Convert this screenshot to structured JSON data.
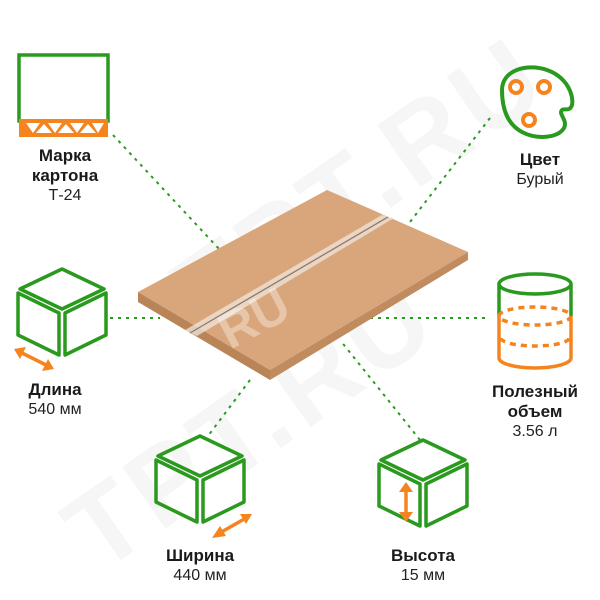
{
  "colors": {
    "icon_green": "#2a9a1f",
    "icon_orange": "#f5841f",
    "cardboard": "#d8a57a",
    "leader_line": "#2a9a1f"
  },
  "watermark": "TPT.RU",
  "product": {
    "description": "flat corrugated cardboard sheet with tape seam"
  },
  "specs": {
    "grade": {
      "title": "Марка картона",
      "title_line1": "Марка",
      "title_line2": "картона",
      "value": "Т-24",
      "icon": "corrugated-cardboard-icon"
    },
    "color": {
      "title": "Цвет",
      "value": "Бурый",
      "icon": "palette-icon"
    },
    "length": {
      "title": "Длина",
      "value": "540 мм",
      "icon": "cube-length-icon"
    },
    "volume": {
      "title": "Полезный объем",
      "title_line1": "Полезный",
      "title_line2": "объем",
      "value": "3.56 л",
      "icon": "cylinder-volume-icon"
    },
    "width": {
      "title": "Ширина",
      "value": "440 мм",
      "icon": "cube-width-icon"
    },
    "height": {
      "title": "Высота",
      "value": "15 мм",
      "icon": "cube-height-icon"
    }
  }
}
